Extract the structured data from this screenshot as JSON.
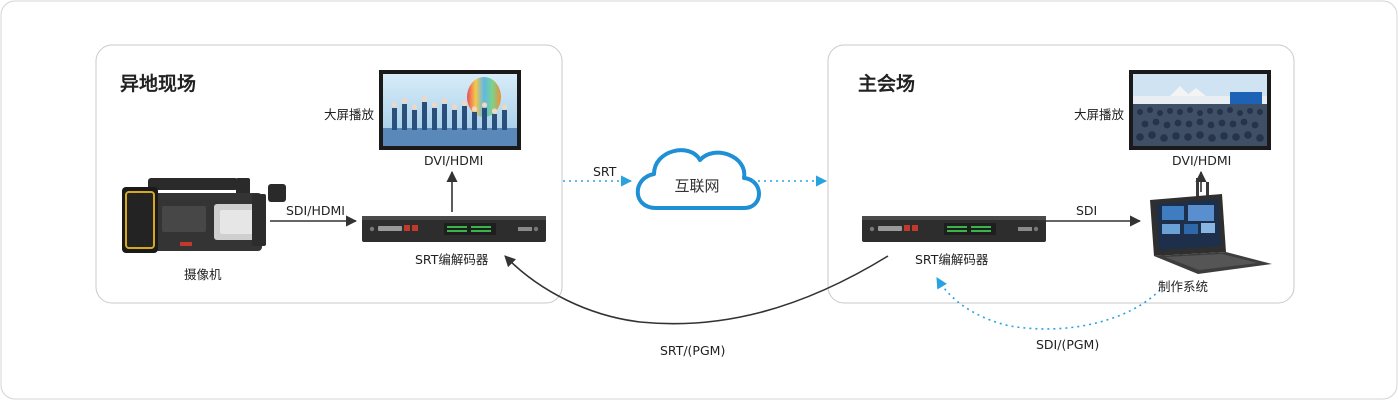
{
  "diagram": {
    "nodes": [
      {
        "id": "remote-site",
        "label": "异地现场",
        "kind": "region"
      },
      {
        "id": "main-venue",
        "label": "主会场",
        "kind": "region"
      },
      {
        "id": "camera",
        "label": "摄像机",
        "kind": "device"
      },
      {
        "id": "remote-codec",
        "label": "SRT编解码器",
        "kind": "device"
      },
      {
        "id": "remote-screen",
        "label": "大屏播放",
        "kind": "display"
      },
      {
        "id": "main-codec",
        "label": "SRT编解码器",
        "kind": "device"
      },
      {
        "id": "main-screen",
        "label": "大屏播放",
        "kind": "display"
      },
      {
        "id": "production",
        "label": "制作系统",
        "kind": "device"
      },
      {
        "id": "internet",
        "label": "互联网",
        "kind": "cloud"
      }
    ],
    "edges": [
      {
        "from": "camera",
        "to": "remote-codec",
        "label": "SDI/HDMI",
        "style": "solid"
      },
      {
        "from": "remote-codec",
        "to": "remote-screen",
        "label": "DVI/HDMI",
        "style": "solid"
      },
      {
        "from": "remote-codec",
        "to": "internet",
        "label": "SRT",
        "style": "dotted"
      },
      {
        "from": "internet",
        "to": "main-codec",
        "label": "",
        "style": "dotted"
      },
      {
        "from": "main-codec",
        "to": "production",
        "label": "SDI",
        "style": "solid"
      },
      {
        "from": "production",
        "to": "main-screen",
        "label": "DVI/HDMI",
        "style": "solid"
      },
      {
        "from": "main-codec",
        "to": "remote-codec",
        "label": "SRT/(PGM)",
        "style": "solid"
      },
      {
        "from": "production",
        "to": "main-codec",
        "label": "SDI/(PGM)",
        "style": "dotted"
      }
    ]
  },
  "colors": {
    "line": "#333333",
    "dotted": "#29a3e0",
    "cloud": "#1f8fd6",
    "panel_border": "#c9c9c9"
  }
}
